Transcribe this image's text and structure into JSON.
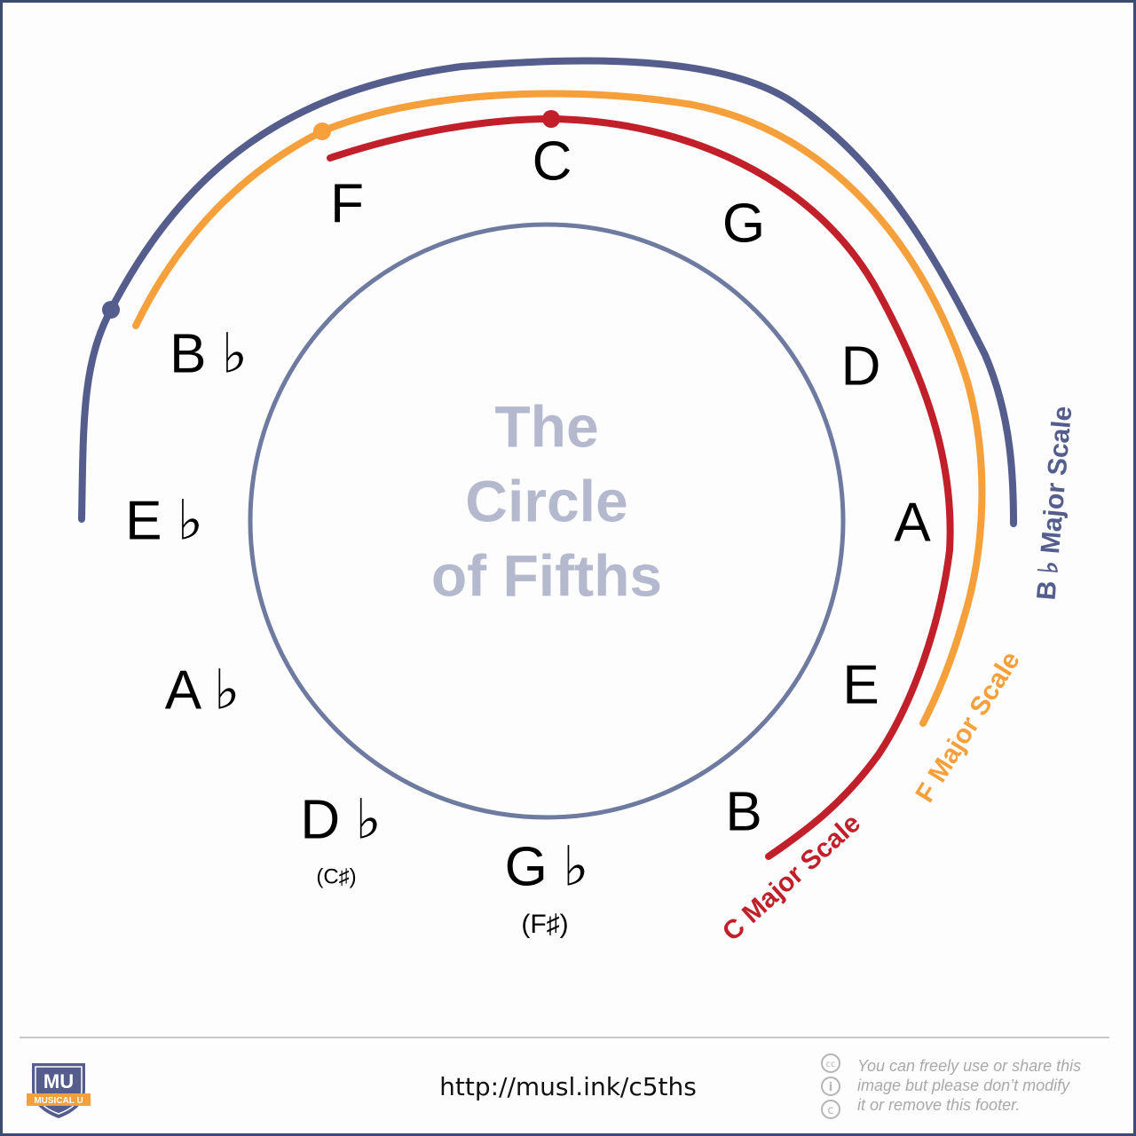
{
  "diagram": {
    "title_lines": [
      "The",
      "Circle",
      "of Fifths"
    ],
    "title_color": "#b4b9ce",
    "ring_color": "#6e7aa0",
    "notes": [
      {
        "name": "C",
        "alt": ""
      },
      {
        "name": "G",
        "alt": ""
      },
      {
        "name": "D",
        "alt": ""
      },
      {
        "name": "A",
        "alt": ""
      },
      {
        "name": "E",
        "alt": ""
      },
      {
        "name": "B",
        "alt": ""
      },
      {
        "name": "G ♭",
        "alt": "(F♯)"
      },
      {
        "name": "D ♭",
        "alt": "(C♯)"
      },
      {
        "name": "A ♭",
        "alt": ""
      },
      {
        "name": "E ♭",
        "alt": ""
      },
      {
        "name": "B ♭",
        "alt": ""
      },
      {
        "name": "F",
        "alt": ""
      }
    ],
    "scales": [
      {
        "label": "C Major Scale",
        "color": "#c1202a"
      },
      {
        "label": "F Major Scale",
        "color": "#f6a03c"
      },
      {
        "label": "B ♭ Major Scale",
        "color": "#545d8c"
      }
    ]
  },
  "footer": {
    "url": "http://musl.ink/c5ths",
    "logo_text": "MUSICAL U",
    "logo_initials": "MU",
    "license_lines": [
      "You can freely use or share this",
      "image but please don’t modify",
      "it or remove this footer."
    ],
    "cc_icon_labels": [
      "cc",
      "i",
      "c"
    ]
  }
}
